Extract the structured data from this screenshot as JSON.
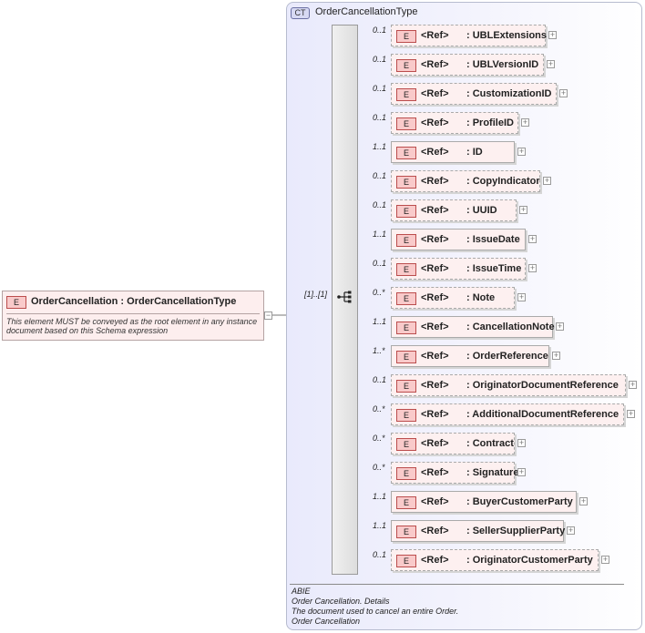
{
  "complex_type": {
    "badge": "CT",
    "name": "OrderCancellationType",
    "cardinality": "[1]..[1]",
    "documentation": [
      "ABIE",
      "Order Cancellation. Details",
      "The document used to cancel an entire Order.",
      "Order Cancellation"
    ]
  },
  "root_element": {
    "badge": "E",
    "label": "OrderCancellation : OrderCancellationType",
    "documentation": "This element MUST be conveyed as the root element in any instance document based on this Schema expression"
  },
  "children": [
    {
      "cardinality": "0..1",
      "badge": "E",
      "ref": "<Ref>",
      "name": ": UBLExtensions",
      "optional": true
    },
    {
      "cardinality": "0..1",
      "badge": "E",
      "ref": "<Ref>",
      "name": ": UBLVersionID",
      "optional": true
    },
    {
      "cardinality": "0..1",
      "badge": "E",
      "ref": "<Ref>",
      "name": ": CustomizationID",
      "optional": true
    },
    {
      "cardinality": "0..1",
      "badge": "E",
      "ref": "<Ref>",
      "name": ": ProfileID",
      "optional": true
    },
    {
      "cardinality": "1..1",
      "badge": "E",
      "ref": "<Ref>",
      "name": ": ID",
      "optional": false
    },
    {
      "cardinality": "0..1",
      "badge": "E",
      "ref": "<Ref>",
      "name": ": CopyIndicator",
      "optional": true
    },
    {
      "cardinality": "0..1",
      "badge": "E",
      "ref": "<Ref>",
      "name": ": UUID",
      "optional": true
    },
    {
      "cardinality": "1..1",
      "badge": "E",
      "ref": "<Ref>",
      "name": ": IssueDate",
      "optional": false
    },
    {
      "cardinality": "0..1",
      "badge": "E",
      "ref": "<Ref>",
      "name": ": IssueTime",
      "optional": true
    },
    {
      "cardinality": "0..*",
      "badge": "E",
      "ref": "<Ref>",
      "name": ": Note",
      "optional": true
    },
    {
      "cardinality": "1..1",
      "badge": "E",
      "ref": "<Ref>",
      "name": ": CancellationNote",
      "optional": false
    },
    {
      "cardinality": "1..*",
      "badge": "E",
      "ref": "<Ref>",
      "name": ": OrderReference",
      "optional": false
    },
    {
      "cardinality": "0..1",
      "badge": "E",
      "ref": "<Ref>",
      "name": ": OriginatorDocumentReference",
      "optional": true
    },
    {
      "cardinality": "0..*",
      "badge": "E",
      "ref": "<Ref>",
      "name": ": AdditionalDocumentReference",
      "optional": true
    },
    {
      "cardinality": "0..*",
      "badge": "E",
      "ref": "<Ref>",
      "name": ": Contract",
      "optional": true
    },
    {
      "cardinality": "0..*",
      "badge": "E",
      "ref": "<Ref>",
      "name": ": Signature",
      "optional": true
    },
    {
      "cardinality": "1..1",
      "badge": "E",
      "ref": "<Ref>",
      "name": ": BuyerCustomerParty",
      "optional": false
    },
    {
      "cardinality": "1..1",
      "badge": "E",
      "ref": "<Ref>",
      "name": ": SellerSupplierParty",
      "optional": false
    },
    {
      "cardinality": "0..1",
      "badge": "E",
      "ref": "<Ref>",
      "name": ": OriginatorCustomerParty",
      "optional": true
    }
  ]
}
